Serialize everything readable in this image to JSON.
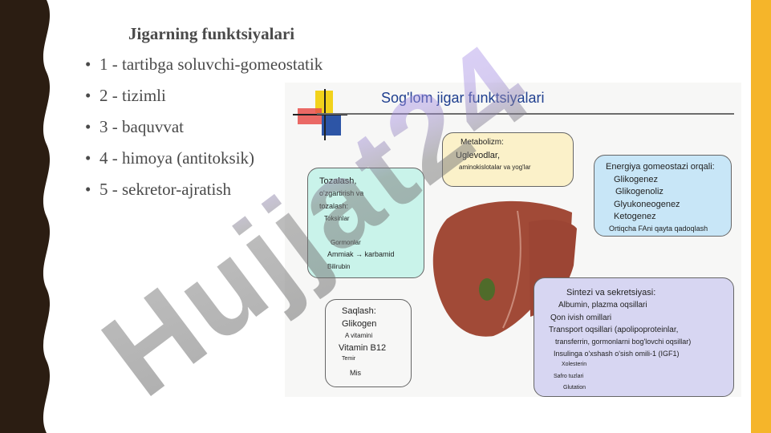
{
  "slide": {
    "title": "Jigarning funktsiyalari",
    "bullets": [
      "1 - tartibga soluvchi-gomeostatik",
      "2 - tizimli",
      "3 - baquvvat",
      "4 - himoya (antitoksik)",
      "5 - sekretor-ajratish"
    ],
    "bullet_symbol": "•"
  },
  "figure": {
    "title": "Sog'lom jigar funktsiyalari",
    "metabolism": {
      "title": "Metabolizm:",
      "line1": "Uglevodlar,",
      "line2": "aminokislotalar va yog'lar"
    },
    "energy": {
      "title": "Energiya gomeostazi orqali:",
      "items": [
        "Glikogenez",
        "Glikogenoliz",
        "Glyukoneogenez",
        "Ketogenez",
        "Ortiqcha FAni qayta qadoqlash"
      ]
    },
    "detox": {
      "lines": [
        "Tozalash,",
        "o'zgartirish va",
        "tozalash:",
        "Toksinlar",
        "Gormonlar",
        "Ammiak → karbamid",
        "Bilirubin"
      ]
    },
    "storage": {
      "lines": [
        "Saqlash:",
        "Glikogen",
        "A vitamini",
        "Vitamin B12",
        "Temir",
        "Mis"
      ]
    },
    "synthesis": {
      "lines": [
        "Sintezi va sekretsiyasi:",
        "Albumin, plazma oqsillari",
        "Qon ivish omillari",
        "Transport oqsillari (apolipoproteinlar,",
        "transferrin, gormonlarni bog'lovchi oqsillar)",
        "Insulinga o'xshash o'sish omili-1 (IGF1)",
        "Xolesterin",
        "Safro tuzlari",
        "Glutation"
      ]
    },
    "colors": {
      "metabolism_bg": "#fbf1c9",
      "energy_bg": "#c8e6f7",
      "detox_bg": "#c9f3ea",
      "storage_bg": "#f7f7f6",
      "synthesis_bg": "#d7d6f2",
      "liver": "#a14a37"
    }
  },
  "watermark": {
    "text": "Hujjat24"
  },
  "theme": {
    "accent": "#f5b52a",
    "dark": "#2b1d12"
  }
}
